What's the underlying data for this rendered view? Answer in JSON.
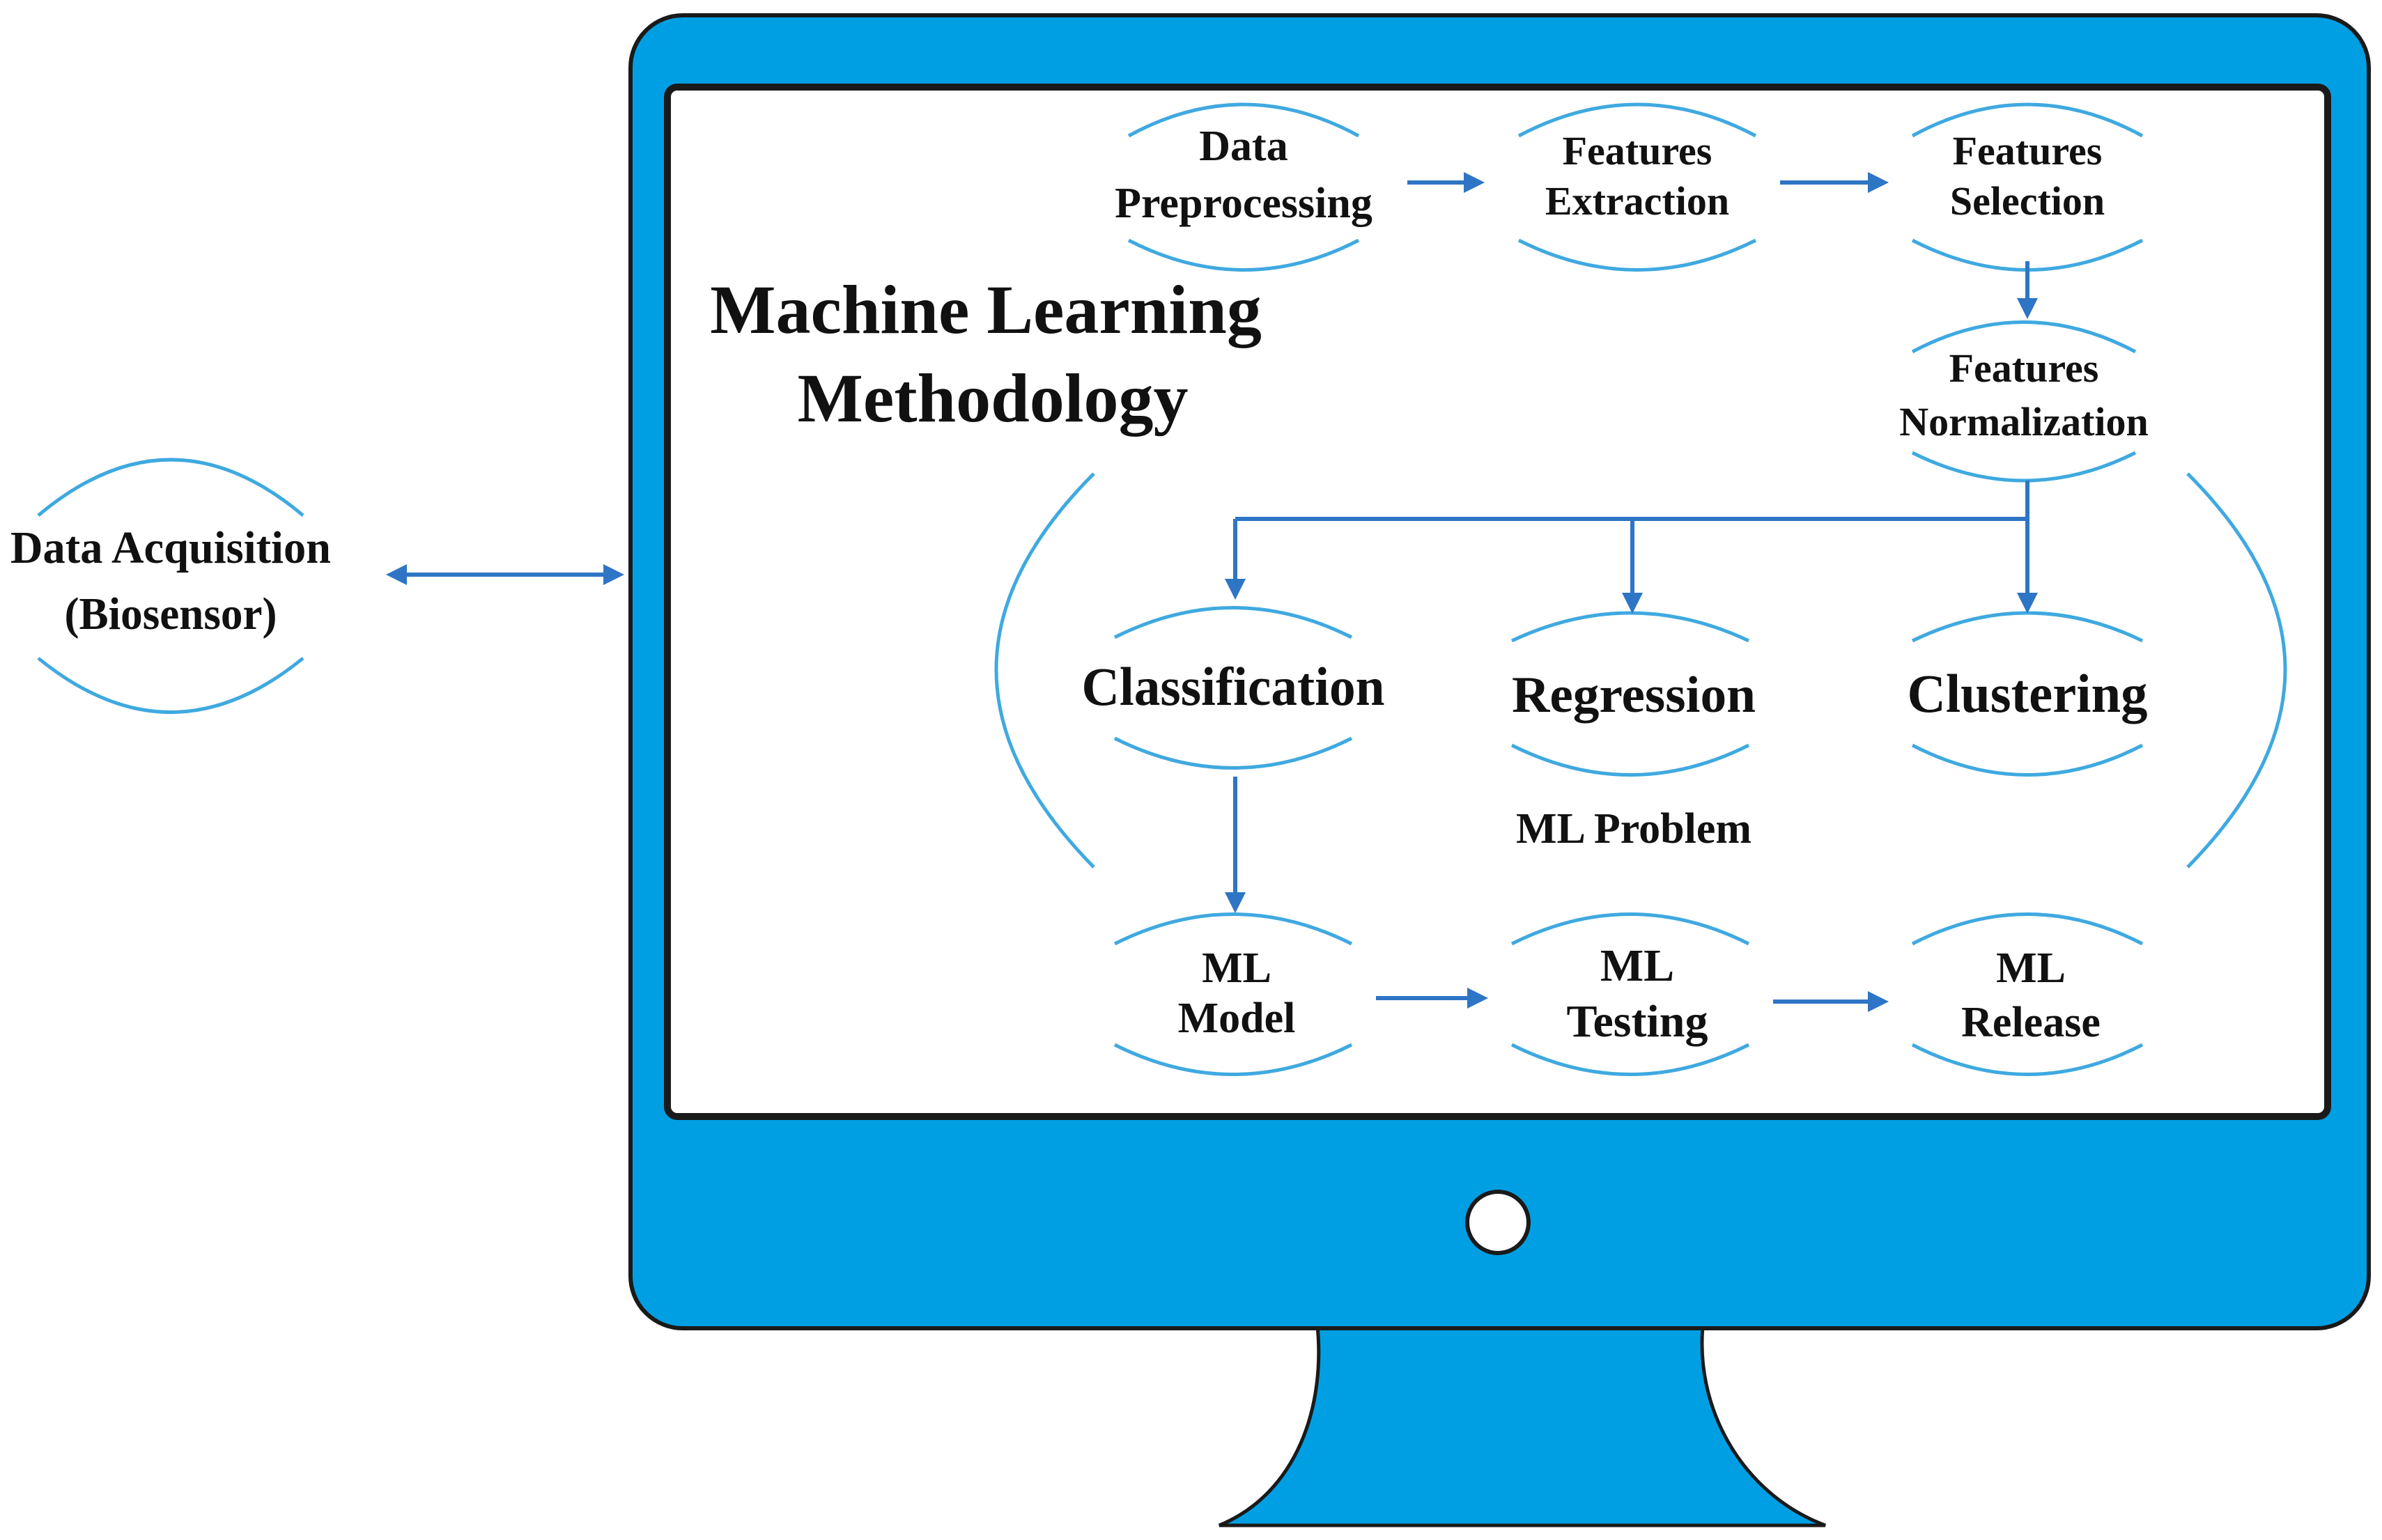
{
  "colors": {
    "monitor": "#009FE3",
    "monitor_outline": "#1a1a1a",
    "screen": "#ffffff",
    "arc": "#3FA9E0",
    "arrow": "#2E75C5",
    "text": "#111111"
  },
  "title": {
    "line1": "Machine Learning",
    "line2": "Methodology"
  },
  "acquisition": {
    "line1": "Data  Acquisition",
    "line2": "(Biosensor)"
  },
  "steps": {
    "preprocessing": {
      "line1": "Data",
      "line2": "Preprocessing"
    },
    "extraction": {
      "line1": "Features",
      "line2": "Extraction"
    },
    "selection": {
      "line1": "Features",
      "line2": "Selection"
    },
    "normalization": {
      "line1": "Features",
      "line2": "Normalization"
    },
    "classification": {
      "label": "Classification"
    },
    "regression": {
      "label": "Regression"
    },
    "clustering": {
      "label": "Clustering"
    },
    "problem_label": "ML Problem",
    "model": {
      "line1": "ML",
      "line2": "Model"
    },
    "testing": {
      "line1": "ML",
      "line2": "Testing"
    },
    "release": {
      "line1": "ML",
      "line2": "Release"
    }
  }
}
